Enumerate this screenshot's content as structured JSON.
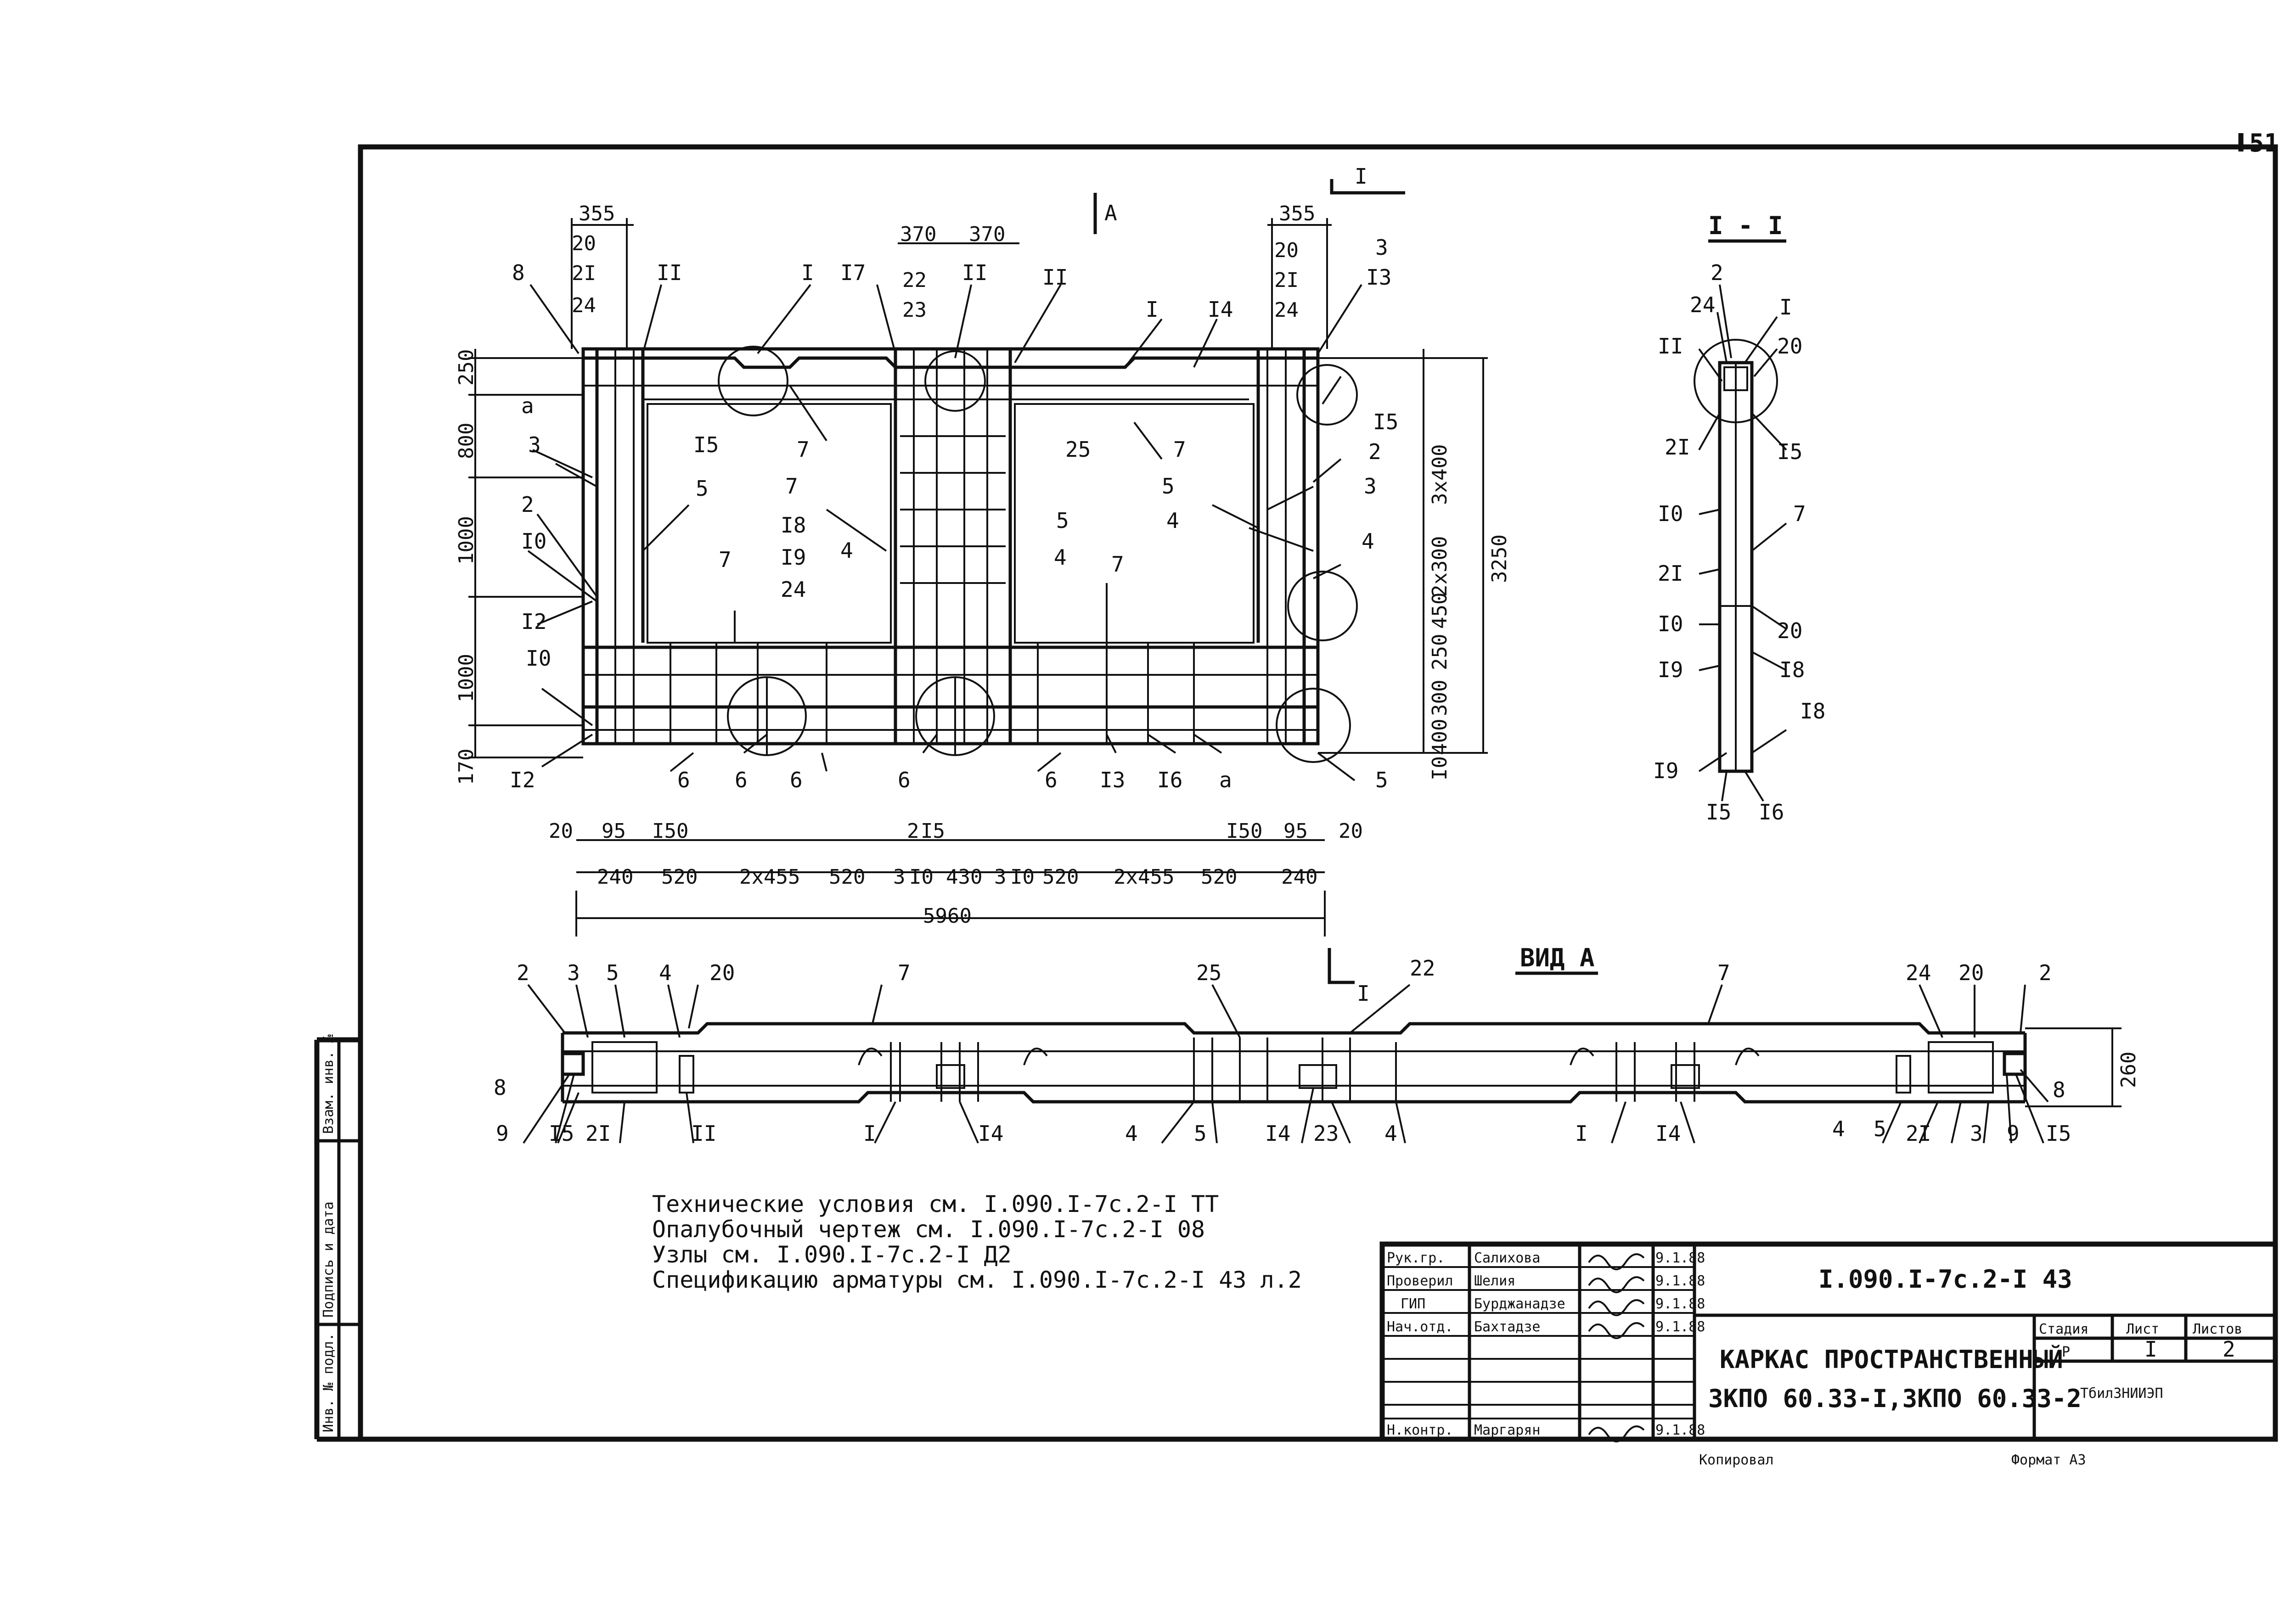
{
  "sheet_number": "51",
  "section_label": "I - I",
  "view_label": "ВИД А",
  "arrow_label_a": "А",
  "arrow_label_i": "I",
  "plan": {
    "top_dims": [
      "355",
      "20",
      "2I",
      "24",
      "370",
      "370",
      "22",
      "23",
      "355",
      "20",
      "2I",
      "24"
    ],
    "left_dims": [
      "250",
      "800",
      "1000",
      "1000",
      "170"
    ],
    "right_dims": [
      "3x400",
      "2x300",
      "450",
      "250",
      "300",
      "400",
      "I0",
      "3250"
    ],
    "bottom_dims_row1": [
      "20",
      "95",
      "I50",
      "2",
      "I5",
      "I50",
      "95",
      "20"
    ],
    "bottom_dims_row2": [
      "240",
      "520",
      "2x455",
      "520",
      "3",
      "I0",
      "430",
      "3",
      "I0",
      "520",
      "2x455",
      "520",
      "240"
    ],
    "total_width": "5960",
    "callouts": [
      "8",
      "II",
      "I",
      "I7",
      "II",
      "II",
      "I",
      "I4",
      "3",
      "I3",
      "a",
      "3",
      "I5",
      "7",
      "25",
      "7",
      "I5",
      "2",
      "2",
      "5",
      "7",
      "5",
      "3",
      "I0",
      "I8",
      "5",
      "4",
      "4",
      "I9",
      "4",
      "4",
      "I2",
      "7",
      "24",
      "7",
      "I0",
      "I2",
      "6",
      "6",
      "6",
      "6",
      "6",
      "I3",
      "I6",
      "a",
      "5"
    ]
  },
  "section": {
    "callouts": [
      "2",
      "24",
      "I",
      "II",
      "20",
      "2I",
      "I5",
      "I0",
      "7",
      "2I",
      "20",
      "I0",
      "I8",
      "I9",
      "I8",
      "I9",
      "I5",
      "I6"
    ]
  },
  "elevation": {
    "callouts_top": [
      "2",
      "3",
      "5",
      "4",
      "20",
      "7",
      "25",
      "22",
      "7",
      "24",
      "20",
      "2"
    ],
    "callouts_bottom": [
      "8",
      "9",
      "I5",
      "2I",
      "II",
      "I",
      "I4",
      "4",
      "5",
      "I4",
      "23",
      "4",
      "I",
      "I4",
      "4",
      "5",
      "2I",
      "3",
      "9",
      "I5",
      "8"
    ],
    "height_dim": "260"
  },
  "notes": [
    "Технические условия см. I.090.I-7с.2-I ТТ",
    "Опалубочный чертеж см. I.090.I-7с.2-I 08",
    "Узлы см. I.090.I-7с.2-I Д2",
    "Спецификацию арматуры см. I.090.I-7с.2-I 43 л.2"
  ],
  "side_stamp": [
    "Инв. № подл.",
    "Подпись и дата",
    "Взам. инв. №"
  ],
  "title_block": {
    "doc_code": "I.090.I-7с.2-I 43",
    "title_line1": "КАРКАС ПРОСТРАНСТВЕННЫЙ",
    "title_line2": "3КПО 60.33-I,3КПО 60.33-2",
    "stage_header": "Стадия",
    "sheet_header": "Лист",
    "sheets_header": "Листов",
    "stage": "Р",
    "sheet": "I",
    "sheets": "2",
    "org": "ТбилЗНИИЭП",
    "people": [
      {
        "role": "Рук.гр.",
        "name": "Салихова",
        "date": "9.1.88"
      },
      {
        "role": "Проверил",
        "name": "Шелия",
        "date": "9.1.88"
      },
      {
        "role": "ГИП",
        "name": "Бурджанадзе",
        "date": "9.1.88"
      },
      {
        "role": "Нач.отд.",
        "name": "Бахтадзе",
        "date": "9.1.88"
      },
      {
        "role": "Н.контр.",
        "name": "Маргарян",
        "date": "9.1.88"
      }
    ]
  },
  "footer_left": "Копировал",
  "footer_right": "Формат А3"
}
